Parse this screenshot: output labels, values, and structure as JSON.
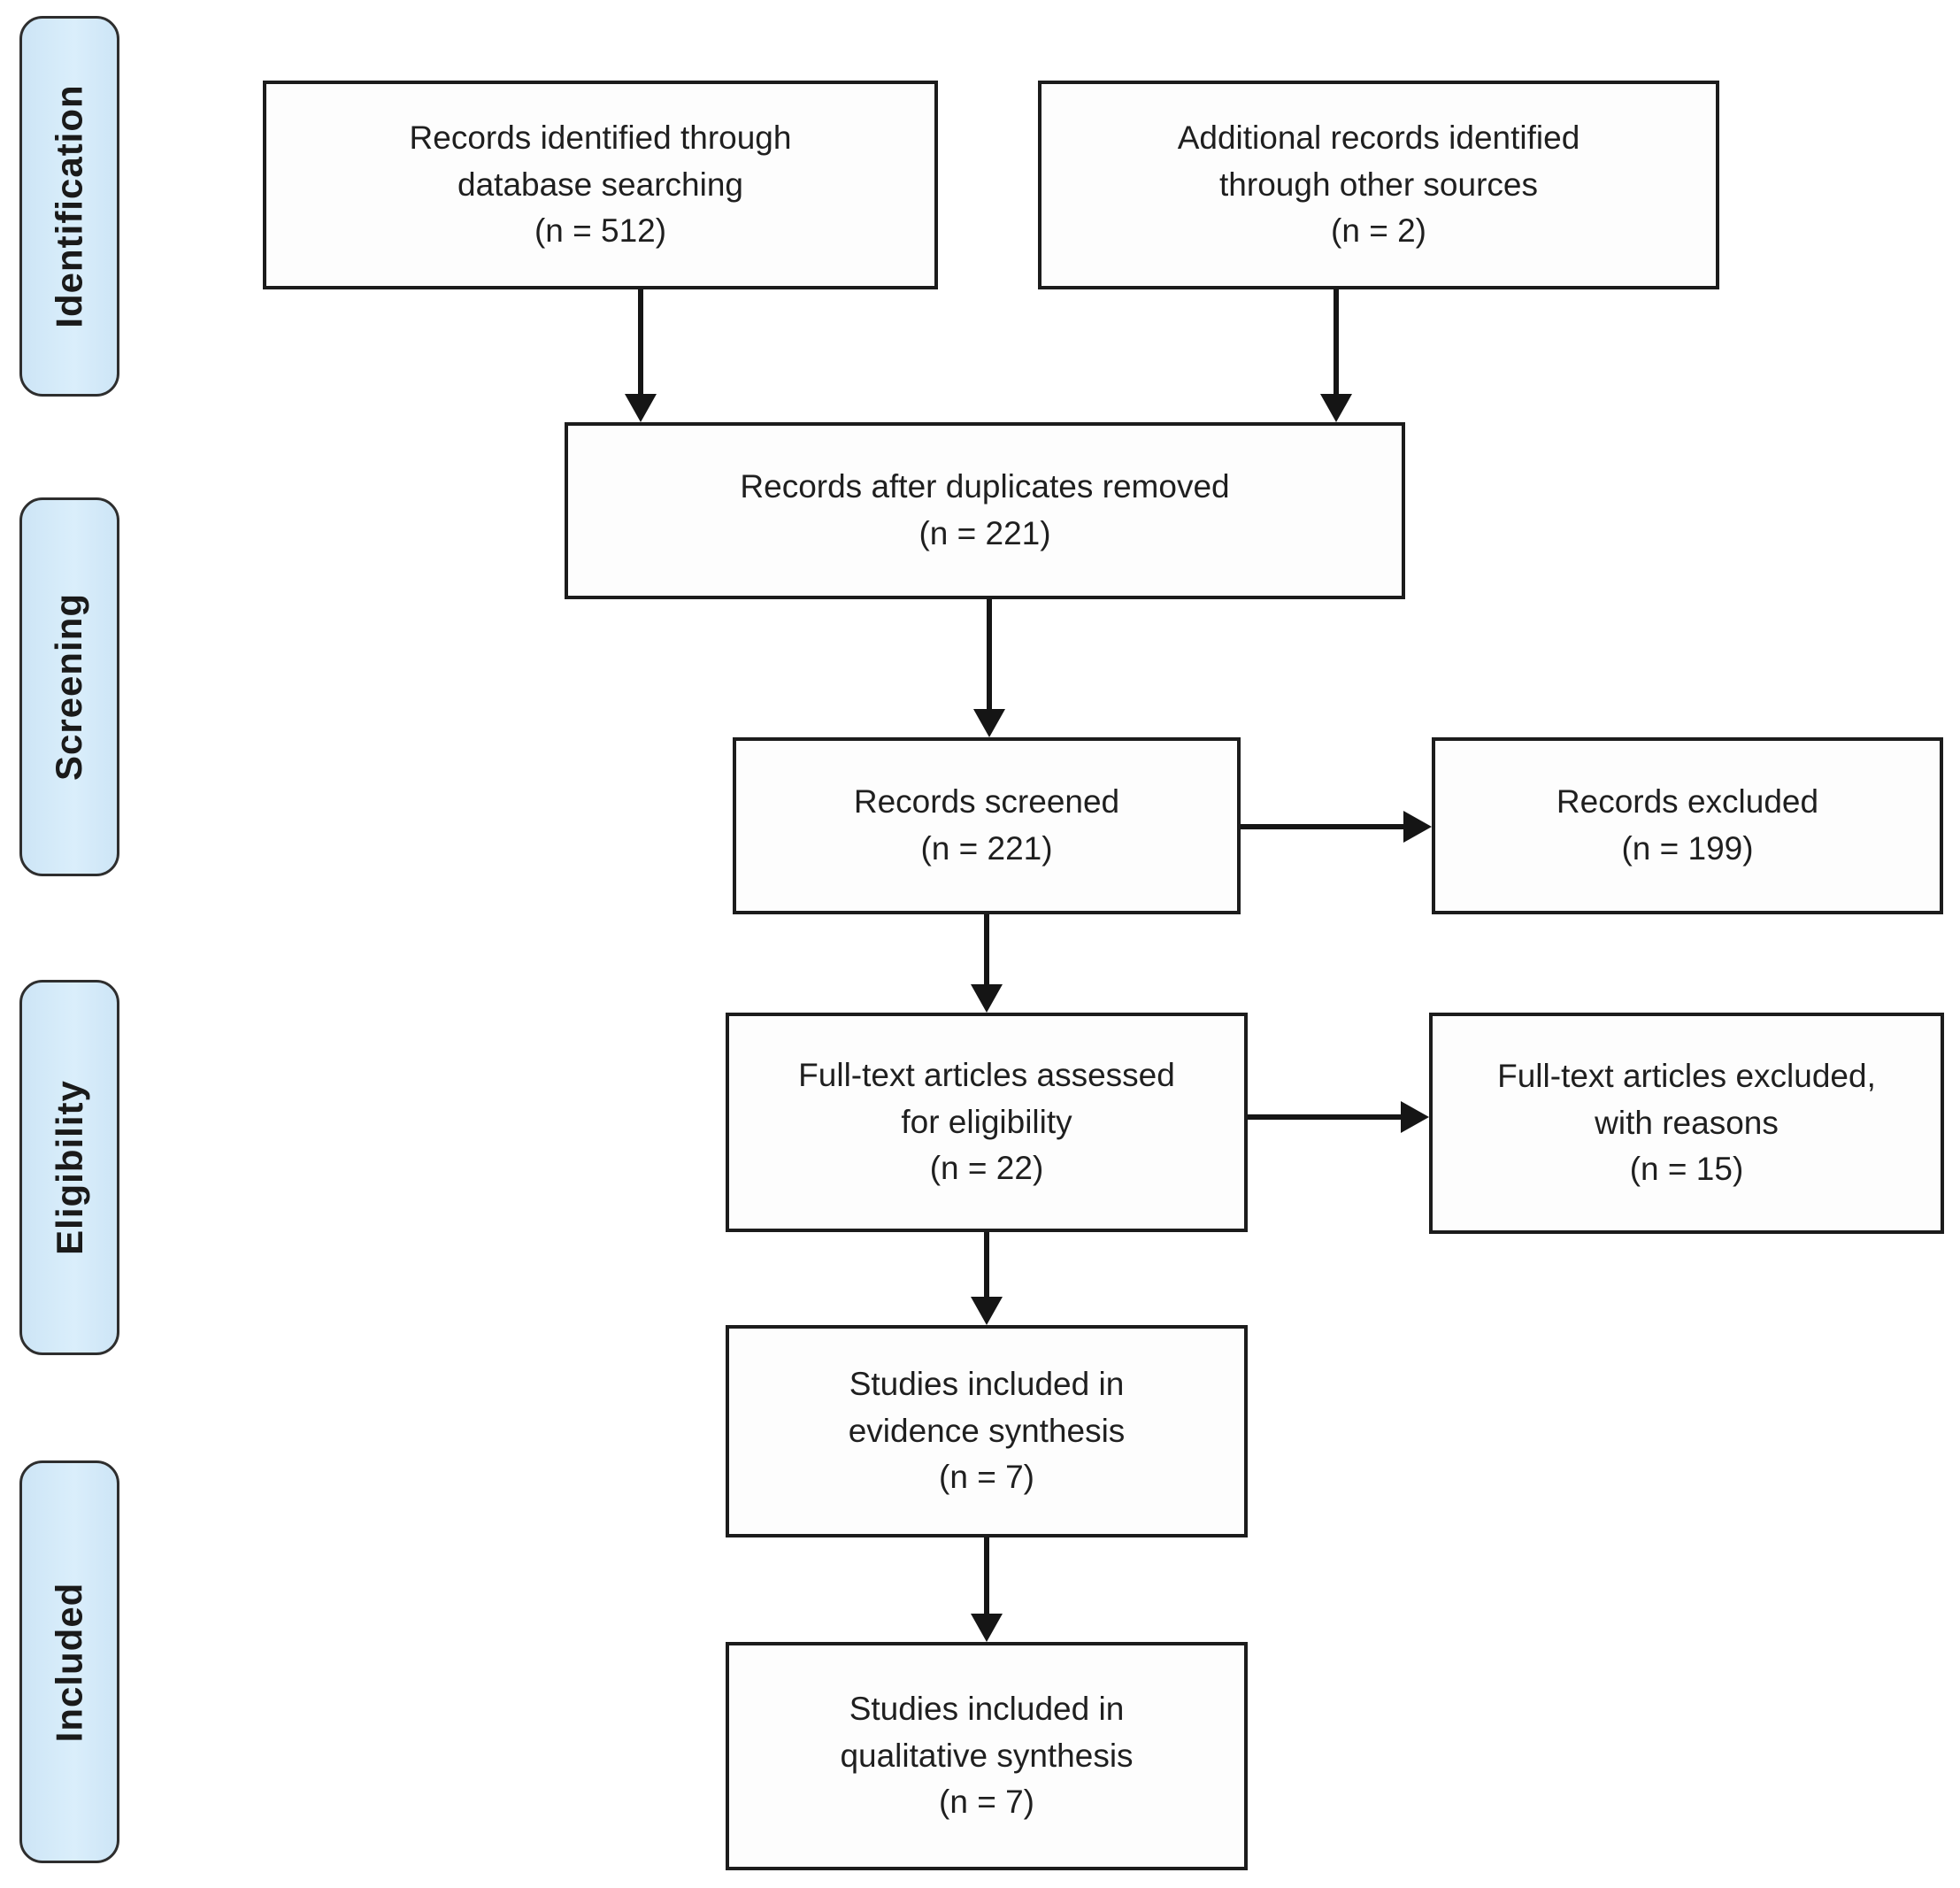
{
  "diagram_type": "prisma-flow-diagram",
  "stages": [
    {
      "label": "Identification"
    },
    {
      "label": "Screening"
    },
    {
      "label": "Eligibility"
    },
    {
      "label": "Included"
    }
  ],
  "boxes": {
    "identified_db": {
      "lines": [
        "Records identified through",
        "database searching",
        "(n = 512)"
      ],
      "n": 512
    },
    "other_sources": {
      "lines": [
        "Additional records identified",
        "through other sources",
        "(n = 2)"
      ],
      "n": 2
    },
    "duplicates_removed": {
      "lines": [
        "Records after duplicates removed",
        "(n = 221)"
      ],
      "n": 221
    },
    "screened": {
      "lines": [
        "Records screened",
        "(n = 221)"
      ],
      "n": 221
    },
    "excluded": {
      "lines": [
        "Records excluded",
        "(n = 199)"
      ],
      "n": 199
    },
    "fulltext_assessed": {
      "lines": [
        "Full-text articles assessed",
        "for eligibility",
        "(n = 22)"
      ],
      "n": 22
    },
    "fulltext_excluded": {
      "lines": [
        "Full-text articles excluded,",
        "with reasons",
        "(n = 15)"
      ],
      "n": 15
    },
    "evidence_synthesis": {
      "lines": [
        "Studies included in",
        "evidence synthesis",
        "(n = 7)"
      ],
      "n": 7
    },
    "qualitative_synthesis": {
      "lines": [
        "Studies included in",
        "qualitative synthesis",
        "(n = 7)"
      ],
      "n": 7
    }
  },
  "colors": {
    "stage_fill": "#d5eaf8",
    "stage_border": "#2e2e2e",
    "box_border": "#1c1c1c",
    "arrow": "#151515",
    "text": "#1f1f1f",
    "background": "#ffffff"
  }
}
